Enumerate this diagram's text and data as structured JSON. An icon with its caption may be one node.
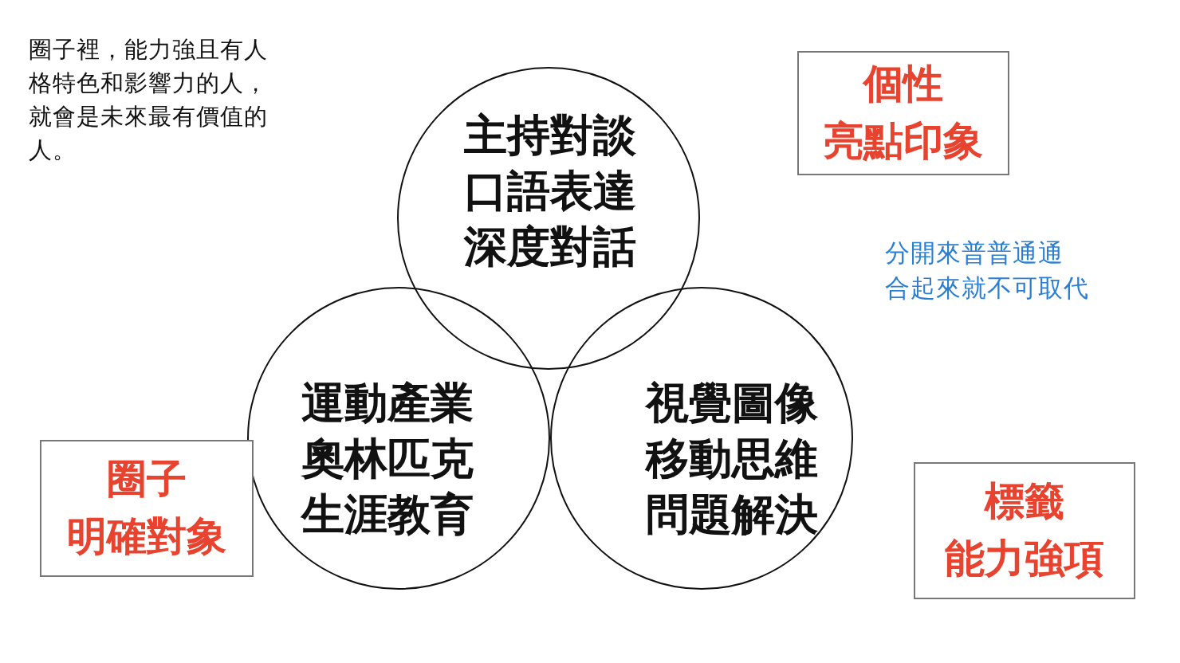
{
  "diagram": {
    "nodes": [
      {
        "text": [
          "主持對談",
          "口語表達",
          "深度對話"
        ]
      },
      {
        "text": [
          "運動產業",
          "奧林匹克",
          "生涯教育"
        ]
      },
      {
        "text": [
          "視覺圖像",
          "移動思維",
          "問題解決"
        ]
      },
      {
        "text": [
          "個性",
          "亮點印象"
        ]
      },
      {
        "text": [
          "圈子",
          "明確對象"
        ]
      },
      {
        "text": [
          "標籤",
          "能力強項"
        ]
      }
    ],
    "labels": [
      "圈子裡，能力強且有人格特色和影響力的人，就會是未來最有價值的人。",
      "分開來普普通通",
      "合起來就不可取代"
    ]
  }
}
